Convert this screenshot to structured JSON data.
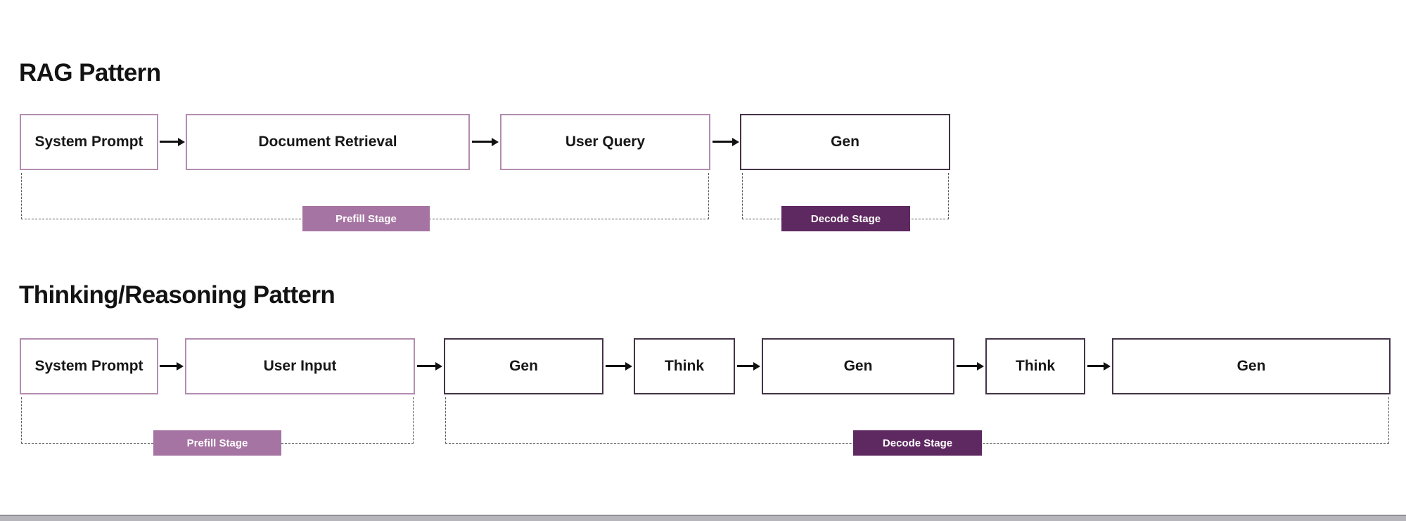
{
  "colors": {
    "light_box_border": "#b28db0",
    "dark_box_border": "#443348",
    "prefill_fill": "#a674a3",
    "decode_fill": "#5e2860",
    "stage_text": "#ffffff",
    "box_text": "#171717",
    "arrow": "#111111",
    "dashed_line": "#5a5a5a",
    "title_text": "#131313",
    "bottom_bar_line": "#8f8f96",
    "bottom_bar_fill": "#b5b5bb"
  },
  "sections": [
    {
      "title": "RAG Pattern",
      "boxes": [
        {
          "label": "System Prompt"
        },
        {
          "label": "Document Retrieval"
        },
        {
          "label": "User Query"
        },
        {
          "label": "Gen"
        }
      ],
      "stages": [
        {
          "label": "Prefill Stage"
        },
        {
          "label": "Decode Stage"
        }
      ]
    },
    {
      "title": "Thinking/Reasoning Pattern",
      "boxes": [
        {
          "label": "System Prompt"
        },
        {
          "label": "User Input"
        },
        {
          "label": "Gen"
        },
        {
          "label": "Think"
        },
        {
          "label": "Gen"
        },
        {
          "label": "Think"
        },
        {
          "label": "Gen"
        }
      ],
      "stages": [
        {
          "label": "Prefill Stage"
        },
        {
          "label": "Decode Stage"
        }
      ]
    }
  ]
}
